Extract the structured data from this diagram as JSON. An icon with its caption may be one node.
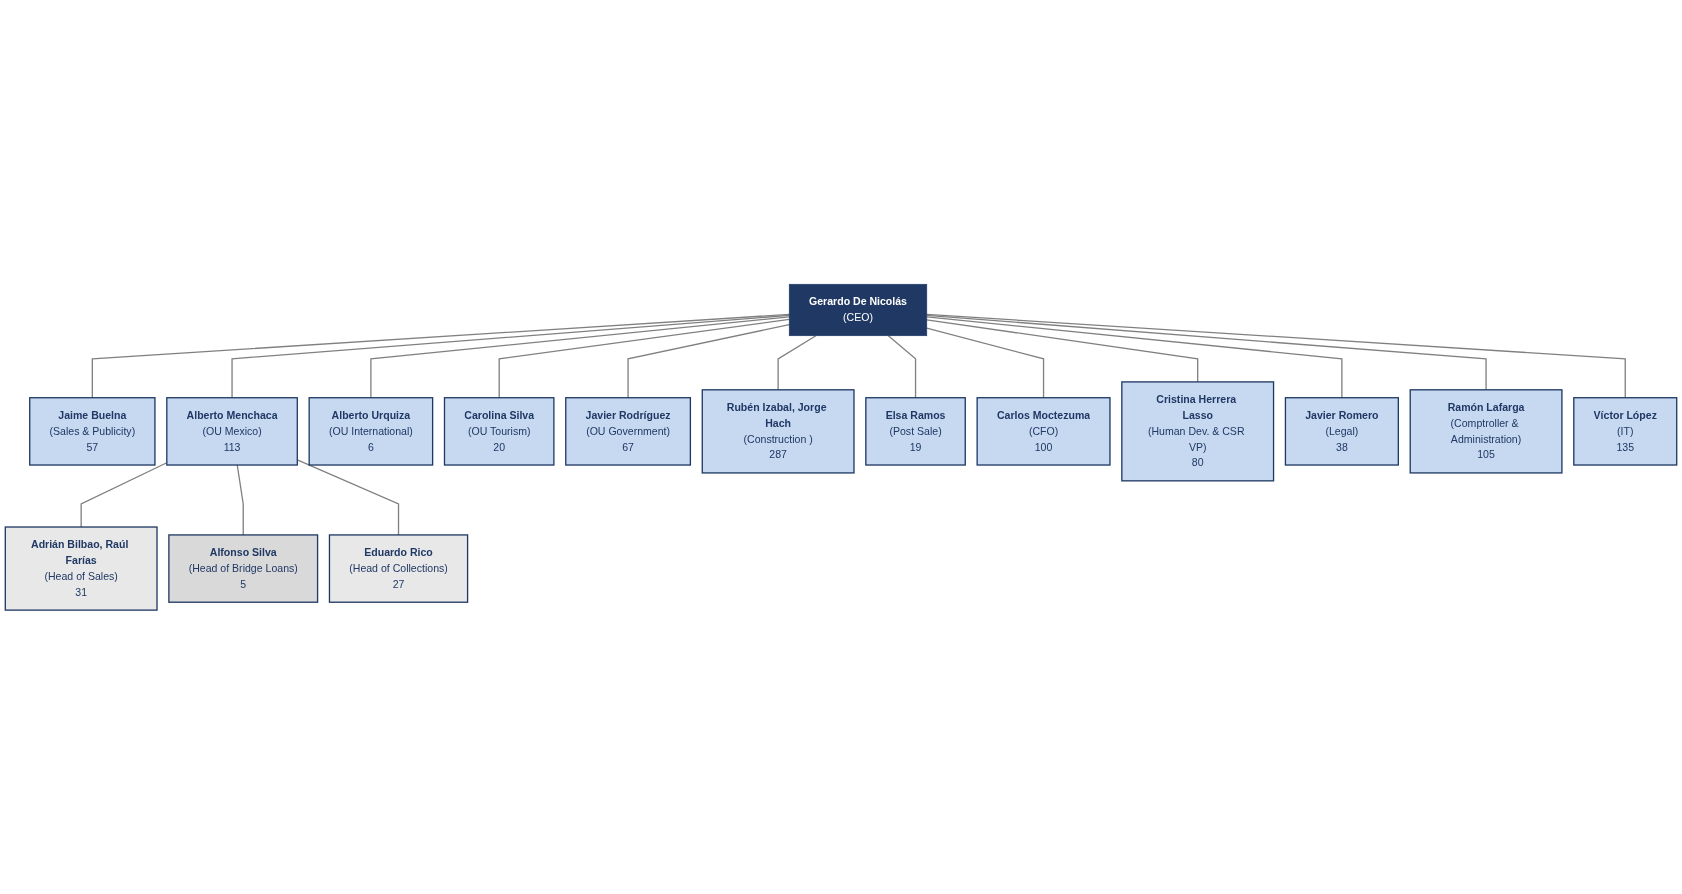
{
  "diagram": {
    "nodes": [
      {
        "text": [
          "Gerardo De Nicolás",
          "(CEO)"
        ]
      },
      {
        "text": [
          "Jaime Buelna",
          "(Sales & Publicity)",
          "57"
        ]
      },
      {
        "text": [
          "Alberto Menchaca",
          "(OU Mexico)",
          "113"
        ]
      },
      {
        "text": [
          "Alberto Urquiza",
          "(OU International)",
          "6"
        ]
      },
      {
        "text": [
          "Carolina Silva",
          "(OU Tourism)",
          "20"
        ]
      },
      {
        "text": [
          "Javier Rodríguez",
          "(OU Government)",
          "67"
        ]
      },
      {
        "text": [
          "Rubén Izabal, Jorge Hach",
          "(Construction )",
          "287"
        ]
      },
      {
        "text": [
          "Elsa Ramos",
          "(Post Sale)",
          "19"
        ]
      },
      {
        "text": [
          "Carlos Moctezuma",
          "(CFO)",
          "100"
        ]
      },
      {
        "text": [
          "Cristina Herrera Lasso",
          "(Human Dev. & CSR VP)",
          "80"
        ]
      },
      {
        "text": [
          "Javier Romero",
          "(Legal)",
          "38"
        ]
      },
      {
        "text": [
          "Ramón Lafarga",
          "(Comptroller & Administration)",
          "105"
        ]
      },
      {
        "text": [
          "Víctor López",
          "(IT)",
          "135"
        ]
      },
      {
        "text": [
          "Adrián Bilbao, Raúl Farías",
          "(Head of Sales)",
          "31"
        ]
      },
      {
        "text": [
          "Alfonso Silva",
          "(Head of Bridge Loans)",
          "5"
        ]
      },
      {
        "text": [
          "Eduardo Rico",
          "(Head of Collections)",
          "27"
        ]
      }
    ],
    "edges": [
      {
        "from": 0,
        "to": 1,
        "arrow": "none"
      },
      {
        "from": 0,
        "to": 2,
        "arrow": "none"
      },
      {
        "from": 0,
        "to": 3,
        "arrow": "none"
      },
      {
        "from": 0,
        "to": 4,
        "arrow": "none"
      },
      {
        "from": 0,
        "to": 5,
        "arrow": "none"
      },
      {
        "from": 0,
        "to": 6,
        "arrow": "none"
      },
      {
        "from": 0,
        "to": 7,
        "arrow": "none"
      },
      {
        "from": 0,
        "to": 8,
        "arrow": "none"
      },
      {
        "from": 0,
        "to": 9,
        "arrow": "none"
      },
      {
        "from": 0,
        "to": 10,
        "arrow": "none"
      },
      {
        "from": 0,
        "to": 11,
        "arrow": "none"
      },
      {
        "from": 0,
        "to": 12,
        "arrow": "none"
      },
      {
        "from": 2,
        "to": 13,
        "arrow": "none"
      },
      {
        "from": 2,
        "to": 14,
        "arrow": "none"
      },
      {
        "from": 2,
        "to": 15,
        "arrow": "none"
      }
    ]
  }
}
